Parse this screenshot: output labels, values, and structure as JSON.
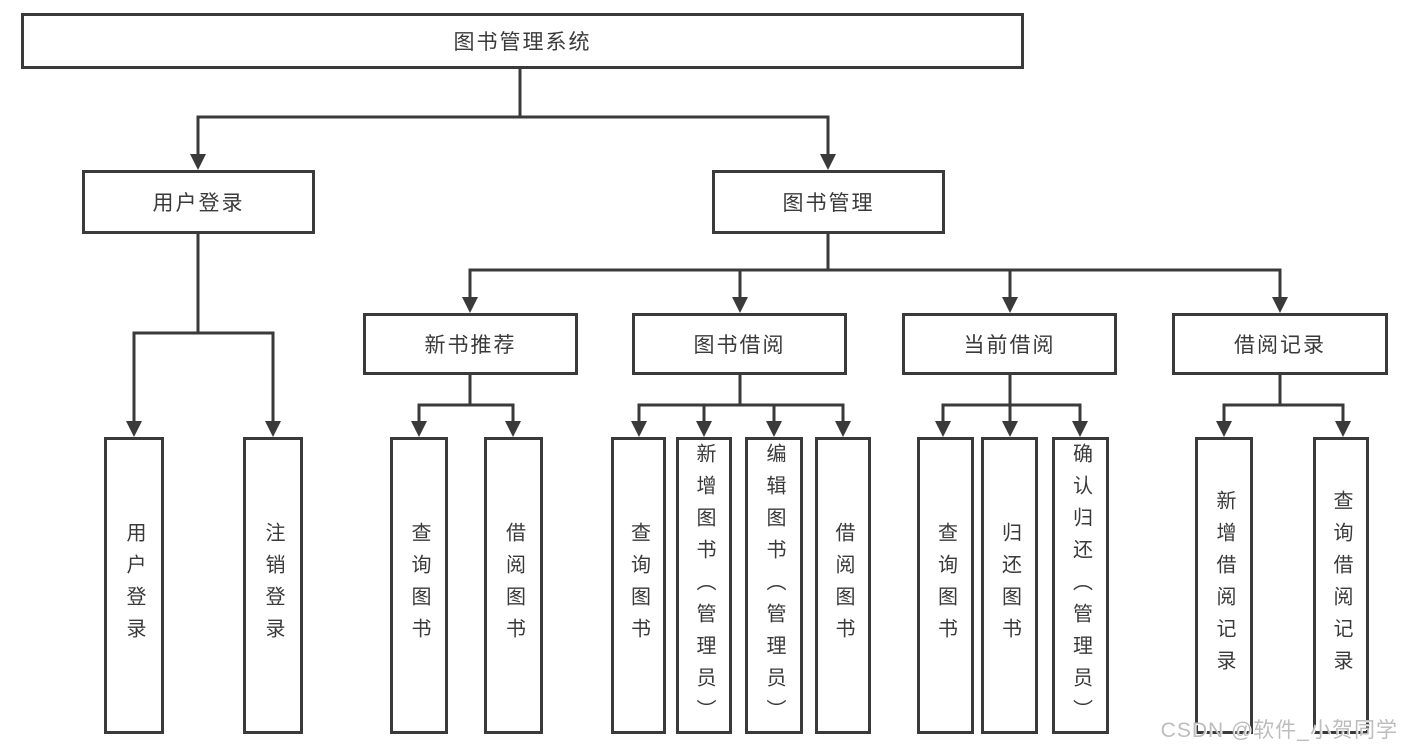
{
  "diagram": {
    "title": "图书管理系统",
    "level1": [
      {
        "label": "用户登录"
      },
      {
        "label": "图书管理"
      }
    ],
    "level2": [
      {
        "label": "新书推荐"
      },
      {
        "label": "图书借阅"
      },
      {
        "label": "当前借阅"
      },
      {
        "label": "借阅记录"
      }
    ],
    "groups": {
      "user_login": [
        {
          "label": "用户登录"
        },
        {
          "label": "注销登录"
        }
      ],
      "new_book_recommend": [
        {
          "label": "查询图书"
        },
        {
          "label": "借阅图书"
        }
      ],
      "book_borrow": [
        {
          "label": "查询图书"
        },
        {
          "label": "新增图书（管理员）"
        },
        {
          "label": "编辑图书（管理员）"
        },
        {
          "label": "借阅图书"
        }
      ],
      "current_borrow": [
        {
          "label": "查询图书"
        },
        {
          "label": "归还图书"
        },
        {
          "label": "确认归还（管理员）"
        }
      ],
      "borrow_record": [
        {
          "label": "新增借阅记录"
        },
        {
          "label": "查询借阅记录"
        }
      ]
    },
    "colors": {
      "line": "#3a3a3a",
      "text": "#3a3a3a",
      "background": "#ffffff",
      "watermark": "#bdbdbd"
    }
  },
  "watermark": {
    "text": "CSDN @软件_小贺同学"
  }
}
